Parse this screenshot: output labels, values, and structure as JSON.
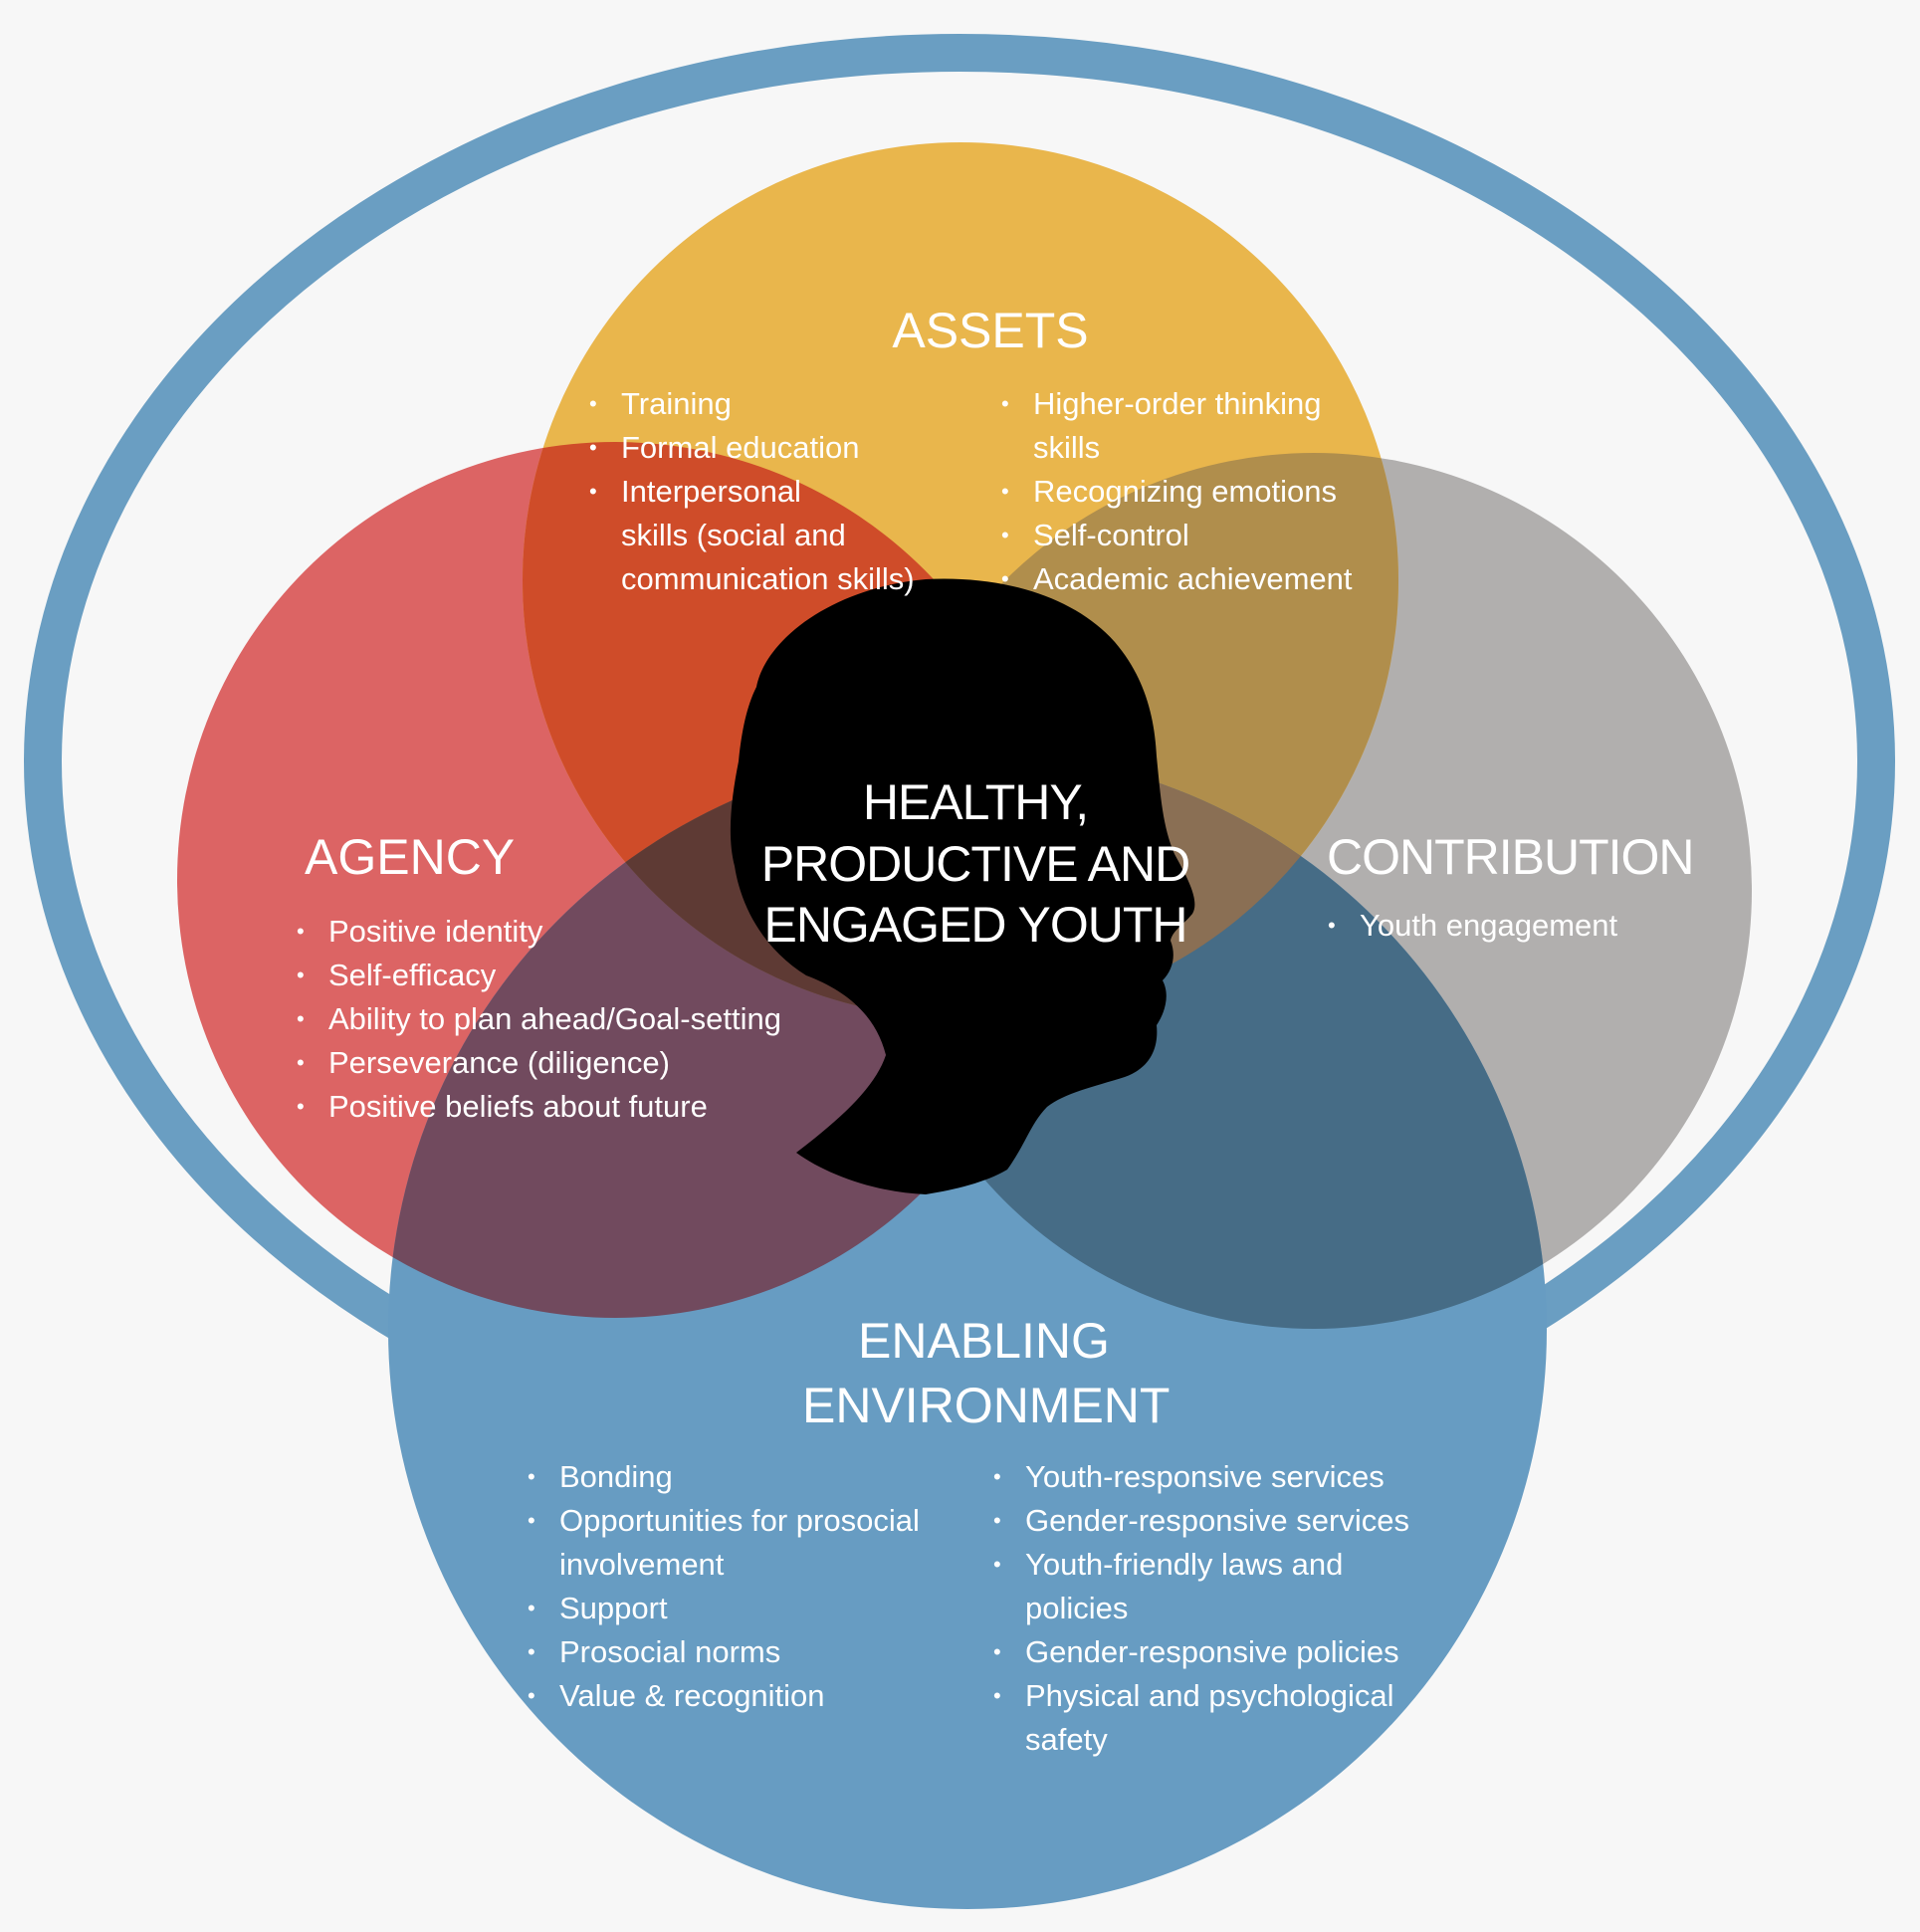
{
  "center": {
    "lines": [
      "HEALTHY,",
      "PRODUCTIVE AND",
      "ENGAGED YOUTH"
    ]
  },
  "assets": {
    "title": "ASSETS",
    "col1": [
      "Training",
      "Formal education",
      "Interpersonal",
      "skills (social and",
      "communication skills)"
    ],
    "col2": [
      "Higher-order thinking",
      "skills",
      "Recognizing emotions",
      "Self-control",
      "Academic achievement"
    ]
  },
  "agency": {
    "title": "AGENCY",
    "items": [
      "Positive identity",
      "Self-efficacy",
      "Ability to plan ahead/Goal-setting",
      "Perseverance (diligence)",
      "Positive beliefs about future"
    ]
  },
  "contribution": {
    "title": "CONTRIBUTION",
    "items": [
      "Youth engagement"
    ]
  },
  "enabling": {
    "title_line1": "ENABLING",
    "title_line2": "ENVIRONMENT",
    "col1": [
      "Bonding",
      "Opportunities for prosocial",
      "involvement",
      "Support",
      "Prosocial norms",
      "Value & recognition"
    ],
    "col2": [
      "Youth-responsive services",
      "Gender-responsive services",
      "Youth-friendly laws and",
      "policies",
      "Gender-responsive policies",
      "Physical and psychological",
      "safety"
    ]
  },
  "colors": {
    "ring": "#6a9ec2",
    "assets": "#e9b64c",
    "agency": "#dc6464",
    "contribution": "#b1afae",
    "enabling": "#679cc2",
    "head": "#000000"
  },
  "icons": {
    "head": "person-head-silhouette-icon"
  }
}
